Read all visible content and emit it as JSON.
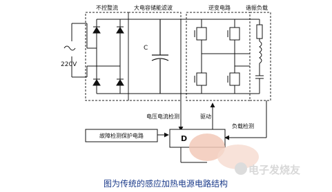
{
  "labels": {
    "rectifier": "不控整流",
    "filter": "大电容储能滤波",
    "inverter": "逆变电路",
    "load": "谐振负载",
    "capacitor": "C",
    "ac_voltage": "220V",
    "vi_detect": "电压电流检测",
    "drive": "驱动",
    "load_detect": "负载检测",
    "fault_protect": "故障检测保护电路",
    "controller": "D"
  },
  "caption": "图为传统的感应加热电源电路结构",
  "watermark": "电子发烧友"
}
